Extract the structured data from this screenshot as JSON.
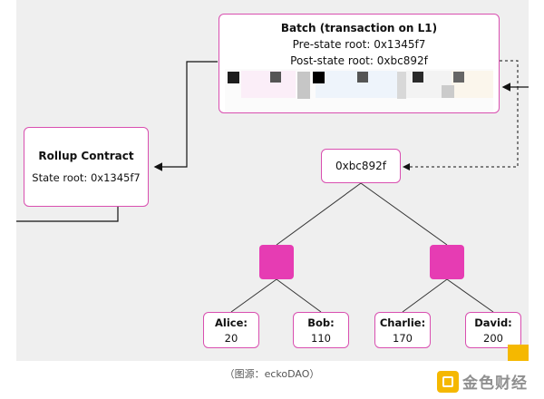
{
  "diagram": {
    "batch": {
      "title": "Batch (transaction on L1)",
      "pre_state": "Pre-state root: 0x1345f7",
      "post_state": "Post-state root: 0xbc892f"
    },
    "rollup": {
      "title": "Rollup Contract",
      "state_root": "State root: 0x1345f7"
    },
    "merkle_root": "0xbc892f",
    "leaves": [
      {
        "name": "Alice:",
        "balance": "20"
      },
      {
        "name": "Bob:",
        "balance": "110"
      },
      {
        "name": "Charlie:",
        "balance": "170"
      },
      {
        "name": "David:",
        "balance": "200"
      }
    ],
    "colors": {
      "accent_pink": "#e63cb3",
      "border_pink": "#d94fb0",
      "background": "#efefef",
      "corner_yellow": "#f5b800"
    }
  },
  "caption": "（图源：eckoDAO）",
  "watermark": {
    "text": "金色财经",
    "icon": "golden-finance-logo-icon"
  }
}
